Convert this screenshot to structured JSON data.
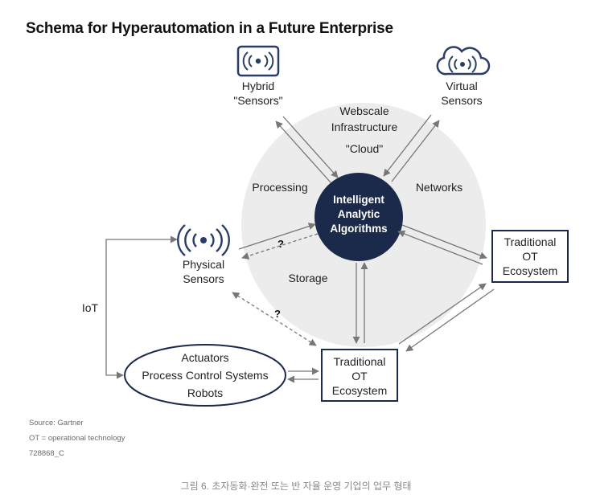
{
  "title": "Schema for Hyperautomation in a Future Enterprise",
  "center": {
    "core": [
      "Intelligent",
      "Analytic",
      "Algorithms"
    ],
    "cloud": [
      "Webscale",
      "Infrastructure",
      "\"Cloud\""
    ],
    "processing": "Processing",
    "networks": "Networks",
    "storage": "Storage"
  },
  "hybrid_sensors": [
    "Hybrid",
    "\"Sensors\""
  ],
  "virtual_sensors": [
    "Virtual",
    "Sensors"
  ],
  "physical_sensors": [
    "Physical",
    "Sensors"
  ],
  "ot_right": [
    "Traditional",
    "OT",
    "Ecosystem"
  ],
  "ot_bottom": [
    "Traditional",
    "OT",
    "Ecosystem"
  ],
  "actuators": [
    "Actuators",
    "Process Control Systems",
    "Robots"
  ],
  "iot_label": "IoT",
  "unknown_mark": "?",
  "notes": [
    "Source: Gartner",
    "OT = operational technology",
    "728868_C"
  ],
  "caption": "그림 6. 초자동화·완전 또는 반 자율 운영 기업의 업무 형태",
  "colors": {
    "navy": "#1b2a4a",
    "circle_bg": "#ececec",
    "icon": "#2a3d66",
    "arrow": "#777777"
  }
}
